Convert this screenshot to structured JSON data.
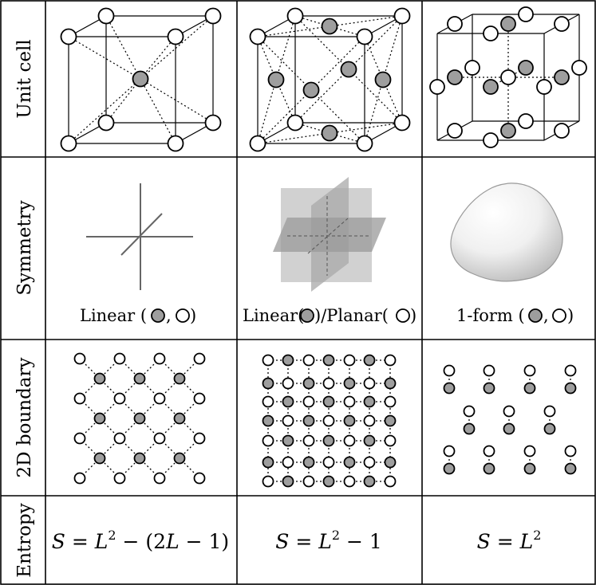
{
  "row_headers": {
    "unit_cell": "Unit cell",
    "symmetry": "Symmetry",
    "boundary": "2D boundary",
    "entropy": "Entropy"
  },
  "symmetry_labels": {
    "col1": {
      "text": "Linear (",
      "sep": ",",
      "close": ")"
    },
    "col2": {
      "first": "Linear(",
      "middle": ")/Planar(",
      "close": ")"
    },
    "col3": {
      "text": "1-form (",
      "sep": ",",
      "close": ")"
    }
  },
  "entropy": {
    "col1": {
      "S": "S",
      "eq": " = ",
      "L": "L",
      "exp": "2",
      "rest": " − (2",
      "L2": "L",
      "tail": " − 1)"
    },
    "col2": {
      "S": "S",
      "eq": " = ",
      "L": "L",
      "exp": "2",
      "rest": " − 1"
    },
    "col3": {
      "S": "S",
      "eq": " = ",
      "L": "L",
      "exp": "2"
    }
  },
  "colors": {
    "grid_line": "#000000",
    "filled_site": "#9e9e9e",
    "open_site": "#ffffff",
    "axis_line": "#666666",
    "plane_fill": "#b0b0b0",
    "blob_fill": "#eeeeee"
  },
  "icons": [
    "open-site-icon",
    "filled-site-icon",
    "symmetry-axes-icon",
    "symmetry-planes-icon",
    "blob-icon"
  ]
}
